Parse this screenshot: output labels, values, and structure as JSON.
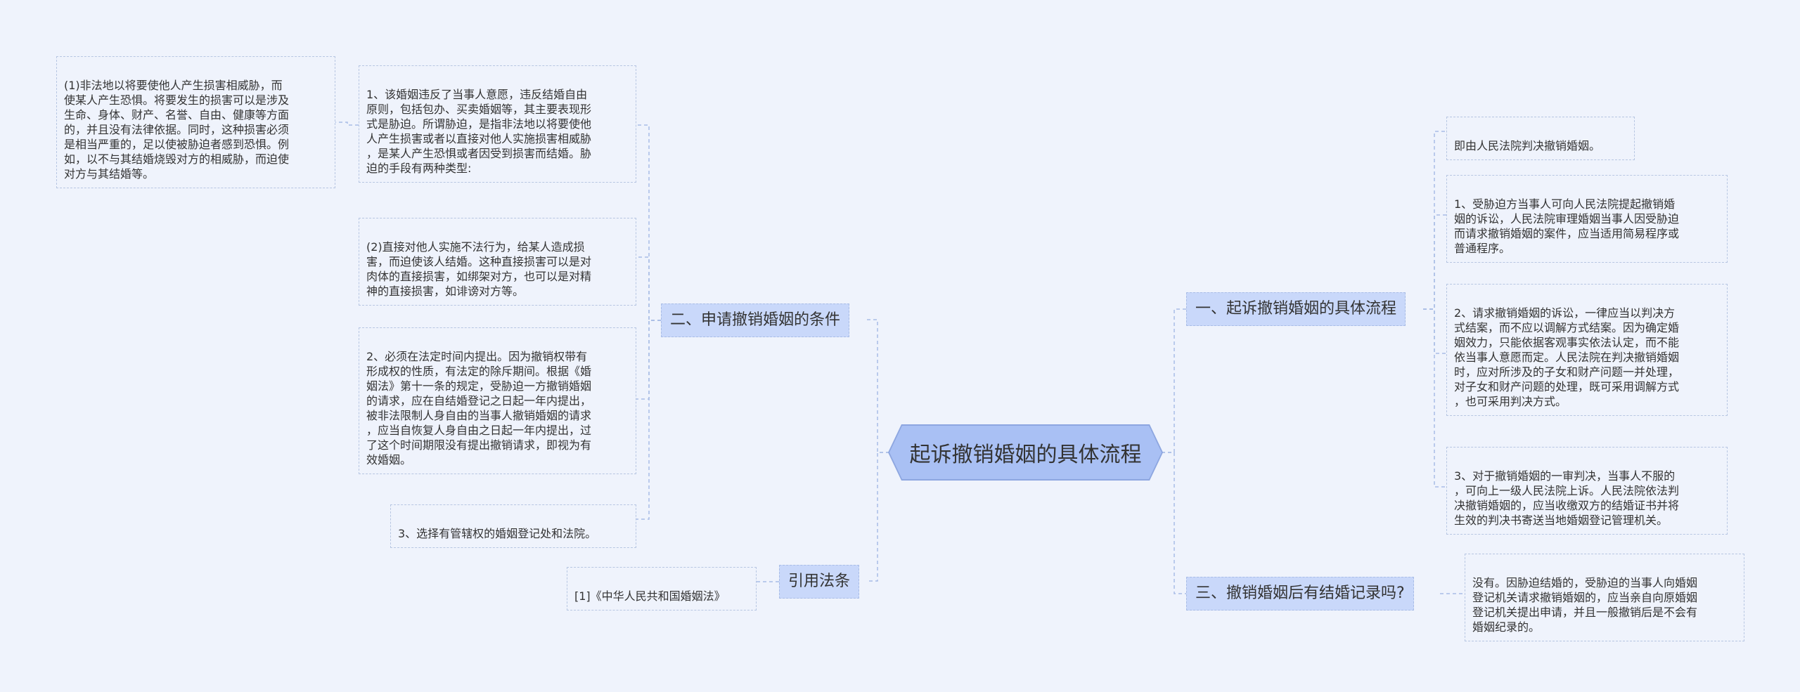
{
  "root": {
    "title": "起诉撤销婚姻的具体流程"
  },
  "branches": {
    "conditions": "二、申请撤销婚姻的条件",
    "law": "引用法条",
    "process": "一、起诉撤销婚姻的具体流程",
    "record": "三、撤销婚姻后有结婚记录吗?"
  },
  "leaves": {
    "cond_1": "1、该婚姻违反了当事人意愿，违反结婚自由\n原则，包括包办、买卖婚姻等，其主要表现形\n式是胁迫。所谓胁迫，是指非法地以将要使他\n人产生损害或者以直接对他人实施损害相威胁\n，是某人产生恐惧或者因受到损害而结婚。胁\n迫的手段有两种类型:",
    "cond_1a": "(1)非法地以将要使他人产生损害相威胁，而\n使某人产生恐惧。将要发生的损害可以是涉及\n生命、身体、财产、名誉、自由、健康等方面\n的，并且没有法律依据。同时，这种损害必须\n是相当严重的，足以使被胁迫者感到恐惧。例\n如，以不与其结婚烧毁对方的相威胁，而迫使\n对方与其结婚等。",
    "cond_1b": "(2)直接对他人实施不法行为，给某人造成损\n害，而迫使该人结婚。这种直接损害可以是对\n肉体的直接损害，如绑架对方，也可以是对精\n神的直接损害，如诽谤对方等。",
    "cond_2": "2、必须在法定时间内提出。因为撤销权带有\n形成权的性质，有法定的除斥期间。根据《婚\n姻法》第十一条的规定，受胁迫一方撤销婚姻\n的请求，应在自结婚登记之日起一年内提出，\n被非法限制人身自由的当事人撤销婚姻的请求\n，应当自恢复人身自由之日起一年内提出，过\n了这个时间期限没有提出撤销请求，即视为有\n效婚姻。",
    "cond_3": "3、选择有管辖权的婚姻登记处和法院。",
    "law_1": "[1]《中华人民共和国婚姻法》",
    "proc_0": "即由人民法院判决撤销婚姻。",
    "proc_1": "1、受胁迫方当事人可向人民法院提起撤销婚\n姻的诉讼，人民法院审理婚姻当事人因受胁迫\n而请求撤销婚姻的案件，应当适用简易程序或\n普通程序。",
    "proc_2": "2、请求撤销婚姻的诉讼，一律应当以判决方\n式结案，而不应以调解方式结案。因为确定婚\n姻效力，只能依据客观事实依法认定，而不能\n依当事人意愿而定。人民法院在判决撤销婚姻\n时，应对所涉及的子女和财产问题一并处理，\n对子女和财产问题的处理，既可采用调解方式\n，也可采用判决方式。",
    "proc_3": "3、对于撤销婚姻的一审判决，当事人不服的\n，可向上一级人民法院上诉。人民法院依法判\n决撤销婚姻的，应当收缴双方的结婚证书并将\n生效的判决书寄送当地婚姻登记管理机关。",
    "record_1": "没有。因胁迫结婚的，受胁迫的当事人向婚姻\n登记机关请求撤销婚姻的，应当亲自向原婚姻\n登记机关提出申请，并且一般撤销后是不会有\n婚姻纪录的。"
  },
  "colors": {
    "background": "#eff3fc",
    "root_fill": "#a9c0f4",
    "branch_fill": "#c9d8fa",
    "connector": "#a9bde6",
    "leaf_border": "#b7c6e2"
  }
}
